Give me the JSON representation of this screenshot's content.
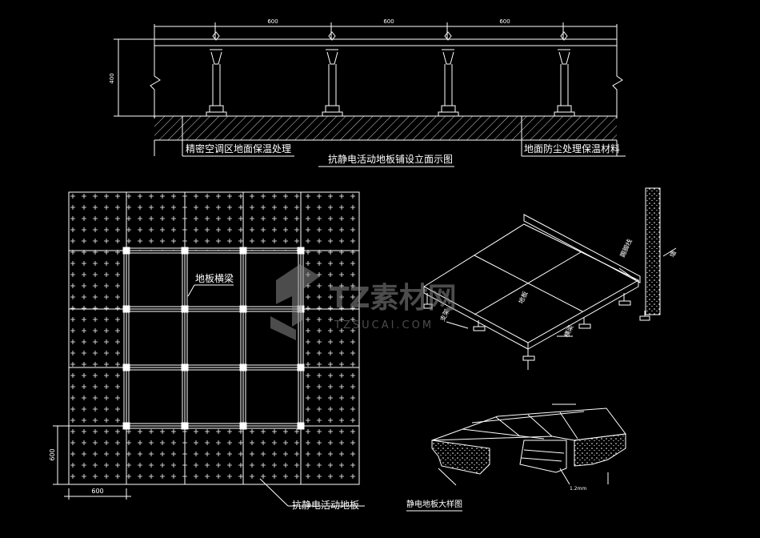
{
  "elevation": {
    "dims_top": [
      "600",
      "600",
      "600"
    ],
    "dim_height": "400",
    "label_left": "精密空调区地面保温处理",
    "label_right": "地面防尘处理保温材料",
    "title": "抗静电活动地板铺设立面示图"
  },
  "plan": {
    "beam_label": "地板横梁",
    "dim_x": "600",
    "dim_y": "600",
    "floor_label": "抗静电活动地板"
  },
  "iso": {
    "label_skirting": "踢脚线",
    "label_wall": "墙",
    "label_panel": "地板",
    "label_beam": "横梁",
    "label_support": "支架"
  },
  "detail": {
    "label_thickness": "1.2mm",
    "title": "静电地板大样图"
  },
  "watermark": {
    "brand": "TZ素材网",
    "url": "TZSUCAI.COM"
  },
  "colors": {
    "background": "#000000",
    "line": "#ffffff",
    "watermark": "#6f6f6f"
  }
}
